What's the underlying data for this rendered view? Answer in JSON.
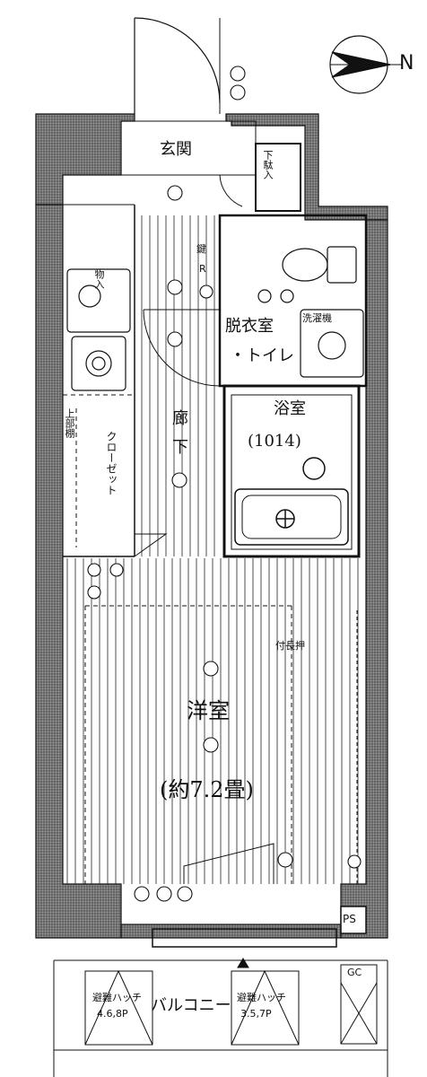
{
  "compass": {
    "label": "N"
  },
  "rooms": {
    "entrance": "玄関",
    "shoe_box": "下駄入",
    "dressing_toilet_1": "脱衣室",
    "dressing_toilet_2": "・トイレ",
    "washer": "洗濯機",
    "bath_1": "浴室",
    "bath_2": "(1014)",
    "hallway_1": "廊",
    "hallway_2": "下",
    "western_1": "洋室",
    "western_2": "(約7.2畳)",
    "closet": "クローゼット",
    "upper_shelf": "上部棚",
    "storage": "物入",
    "long_shelf": "付長押",
    "ps": "PS",
    "balcony": "バルコニー",
    "refuge_hatch_left_1": "避難ハッチ",
    "refuge_hatch_left_2": "4.6,8P",
    "refuge_hatch_right_1": "避難ハッチ",
    "refuge_hatch_right_2": "3.5,7P",
    "key": "鍵",
    "r_mark": "R",
    "gc": "GC"
  }
}
